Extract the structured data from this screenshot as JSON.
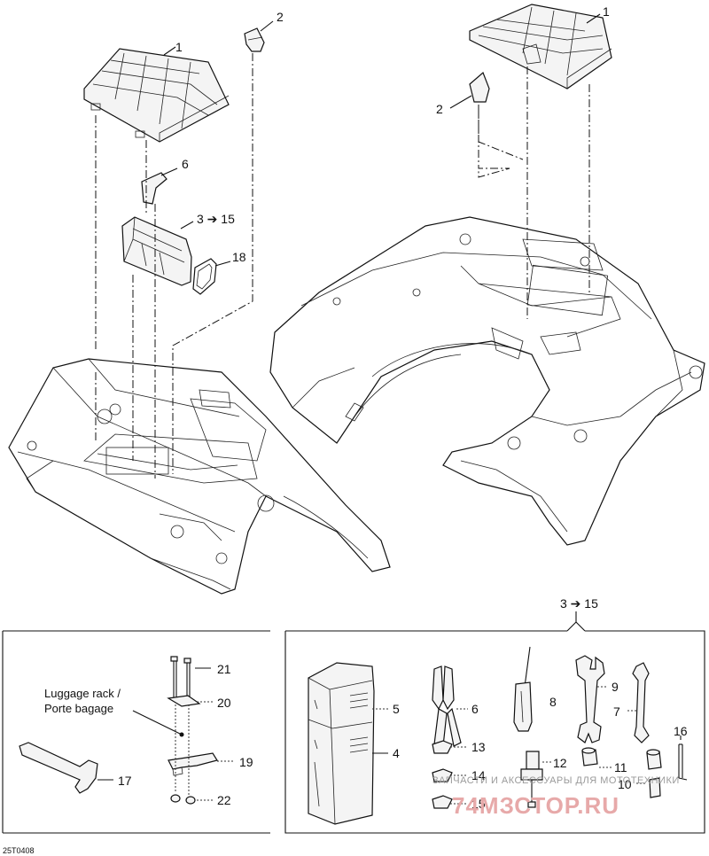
{
  "callouts": {
    "l1": "1",
    "l2": "2",
    "l6": "6",
    "l3_15": "3 ➔ 15",
    "l18": "18",
    "r1": "1",
    "r2": "2",
    "kit": "3 ➔ 15",
    "n21": "21",
    "n20": "20",
    "n19": "19",
    "n22": "22",
    "n17": "17",
    "n5": "5",
    "n4": "4",
    "n6": "6",
    "n8": "8",
    "n9": "9",
    "n7": "7",
    "n13": "13",
    "n14": "14",
    "n15": "15",
    "n12": "12",
    "n11": "11",
    "n10": "10",
    "n16": "16"
  },
  "luggage_label_line1": "Luggage rack /",
  "luggage_label_line2": "Porte bagage",
  "drawing_code": "25T0408",
  "watermark": {
    "line1": "ЗАПЧАСТИ И АКСЕССУАРЫ ДЛЯ МОТОТЕХНИКИ",
    "line2": "74МЗСТОР.RU"
  },
  "colors": {
    "line": "#111111",
    "watermark_red": "#e7a9a9",
    "watermark_gray": "#9a9a9a"
  }
}
